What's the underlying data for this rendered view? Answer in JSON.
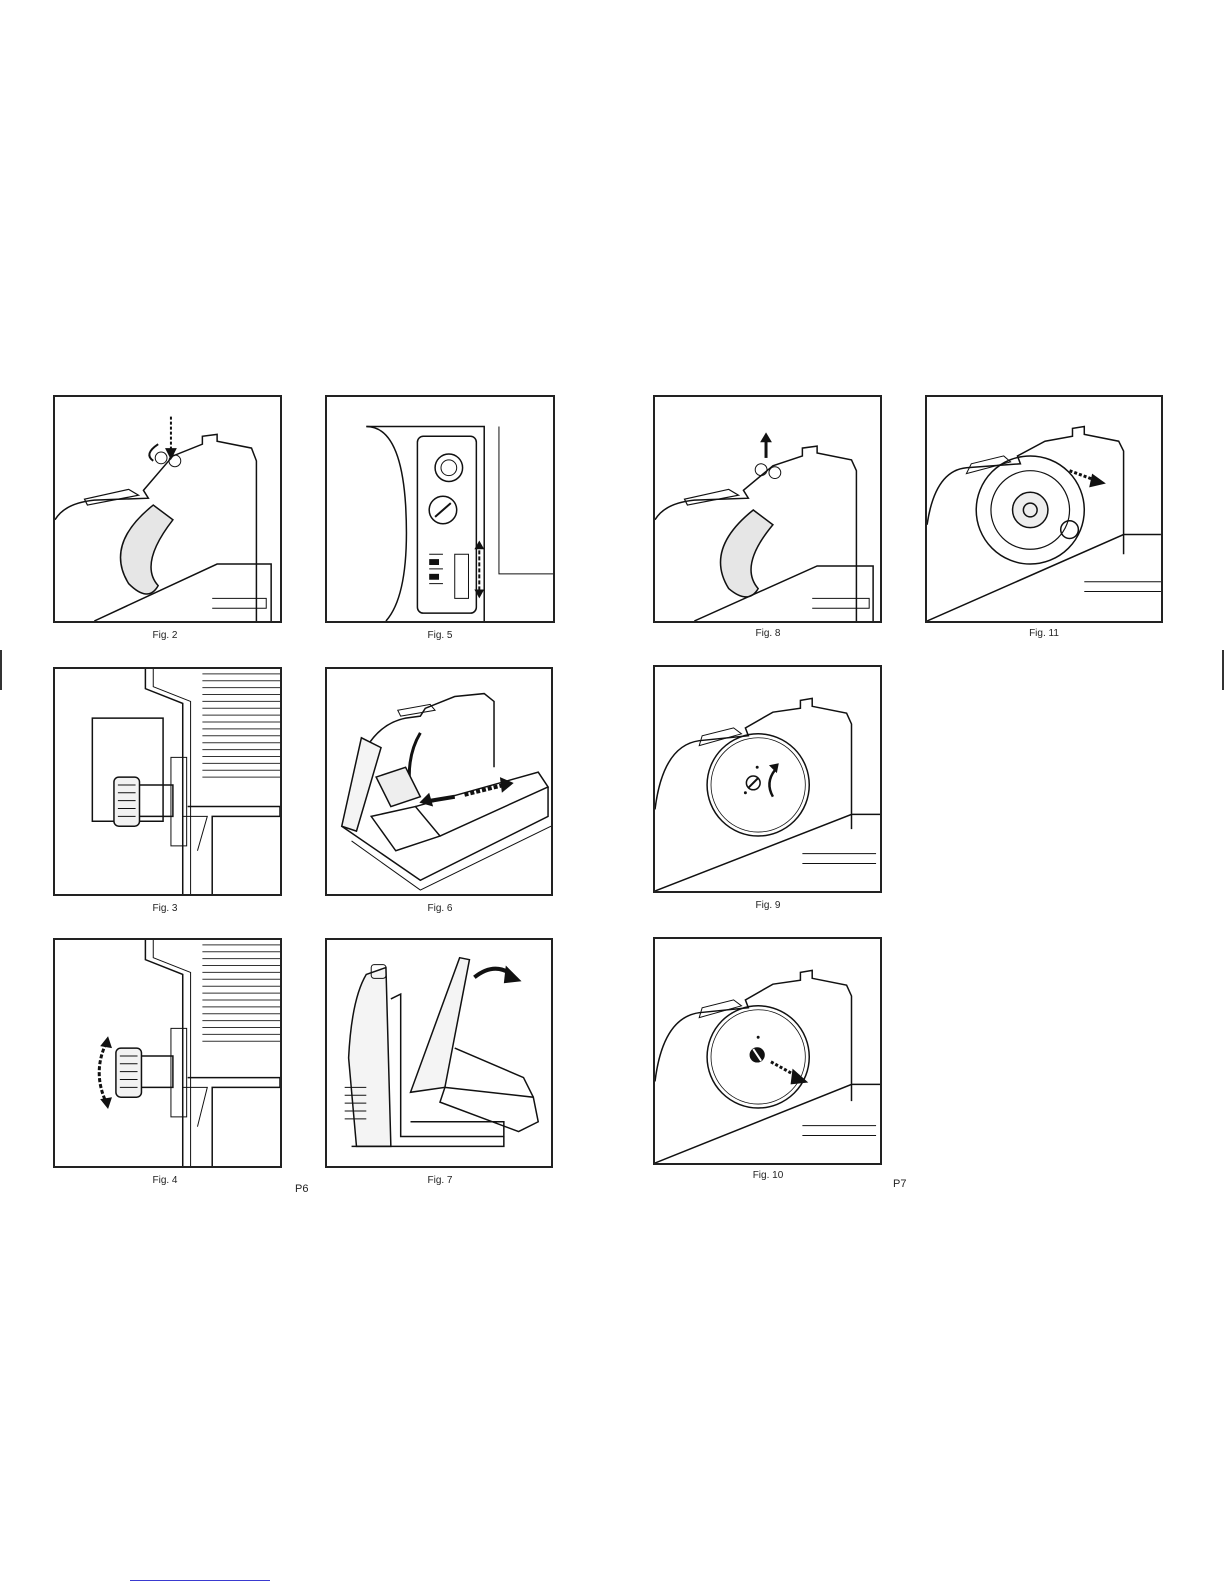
{
  "figures": {
    "fig2": "Fig. 2",
    "fig3": "Fig. 3",
    "fig4": "Fig. 4",
    "fig5": "Fig. 5",
    "fig6": "Fig. 6",
    "fig7": "Fig. 7",
    "fig8": "Fig. 8",
    "fig9": "Fig. 9",
    "fig10": "Fig. 10",
    "fig11": "Fig. 11"
  },
  "pages": {
    "left": "P6",
    "right": "P7"
  }
}
